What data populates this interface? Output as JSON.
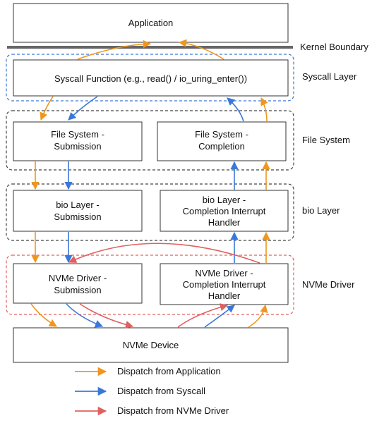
{
  "boxes": {
    "application": "Application",
    "syscall": "Syscall Function (e.g., read() / io_uring_enter())",
    "fs_submission": [
      "File System -",
      "Submission"
    ],
    "fs_completion": [
      "File System -",
      "Completion"
    ],
    "bio_submission": [
      "bio Layer -",
      "Submission"
    ],
    "bio_completion": [
      "bio Layer -",
      "Completion Interrupt",
      "Handler"
    ],
    "nvme_submission": [
      "NVMe Driver -",
      "Submission"
    ],
    "nvme_completion": [
      "NVMe Driver -",
      "Completion Interrupt",
      "Handler"
    ],
    "device": "NVMe Device"
  },
  "groups": {
    "kernel_boundary": "Kernel Boundary",
    "syscall_layer": "Syscall Layer",
    "file_system": "File System",
    "bio_layer": "bio Layer",
    "nvme_driver": "NVMe Driver"
  },
  "legend": [
    {
      "label": "Dispatch from Application",
      "color": "#F0961E"
    },
    {
      "label": "Dispatch from Syscall",
      "color": "#3A78D8"
    },
    {
      "label": "Dispatch from NVMe Driver",
      "color": "#E06060"
    }
  ],
  "colors": {
    "orange": "#F0961E",
    "blue": "#3A78D8",
    "red": "#E06060",
    "syscall_group_border": "#3A78D8",
    "nvme_group_border": "#E06060",
    "group_border": "#444444"
  }
}
